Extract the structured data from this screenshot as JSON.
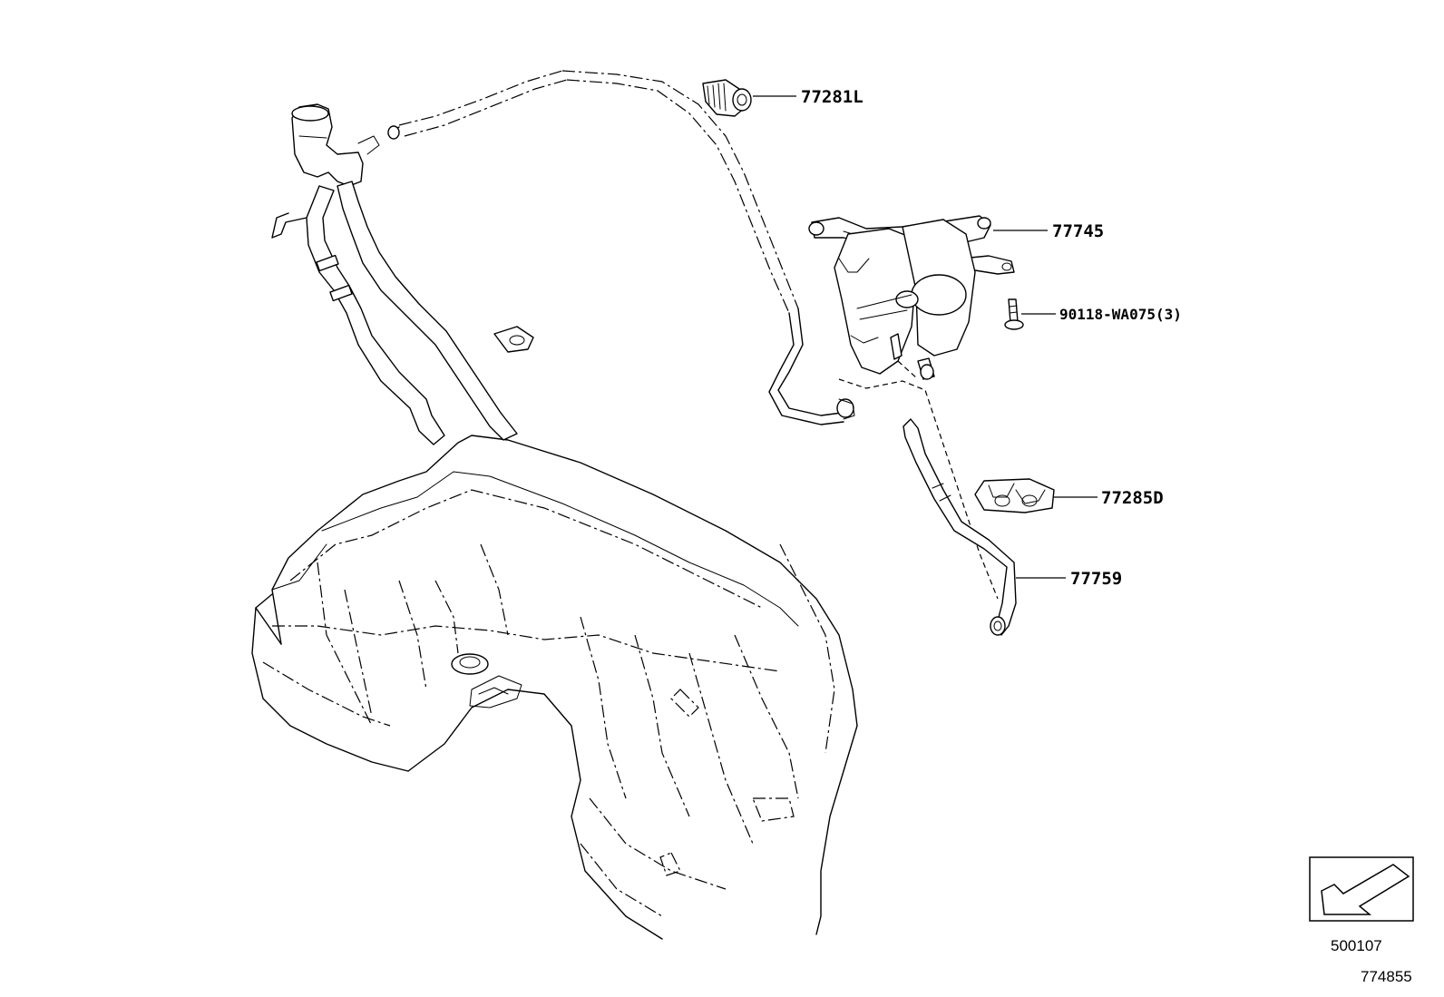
{
  "diagram": {
    "callouts": [
      {
        "id": "77281L",
        "label": "77281L"
      },
      {
        "id": "77745",
        "label": "77745"
      },
      {
        "id": "90118-WA075",
        "label": "90118-WA075(3)"
      },
      {
        "id": "77285D",
        "label": "77285D"
      },
      {
        "id": "77759",
        "label": "77759"
      }
    ],
    "view_indicator": {
      "icon": "front-direction-arrow-icon"
    },
    "reference_numbers": {
      "view_code": "500107",
      "illustration_number": "774855"
    }
  }
}
